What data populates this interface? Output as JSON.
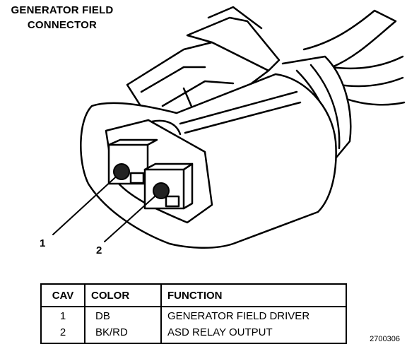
{
  "title": {
    "line1": "GENERATOR FIELD",
    "line2": "CONNECTOR"
  },
  "callouts": [
    "1",
    "2"
  ],
  "table": {
    "headers": [
      "CAV",
      "COLOR",
      "FUNCTION"
    ],
    "rows": [
      {
        "cav": "1",
        "color": "DB",
        "function": "GENERATOR FIELD DRIVER"
      },
      {
        "cav": "2",
        "color": "BK/RD",
        "function": "ASD RELAY OUTPUT"
      }
    ]
  },
  "figure_number": "2700306"
}
